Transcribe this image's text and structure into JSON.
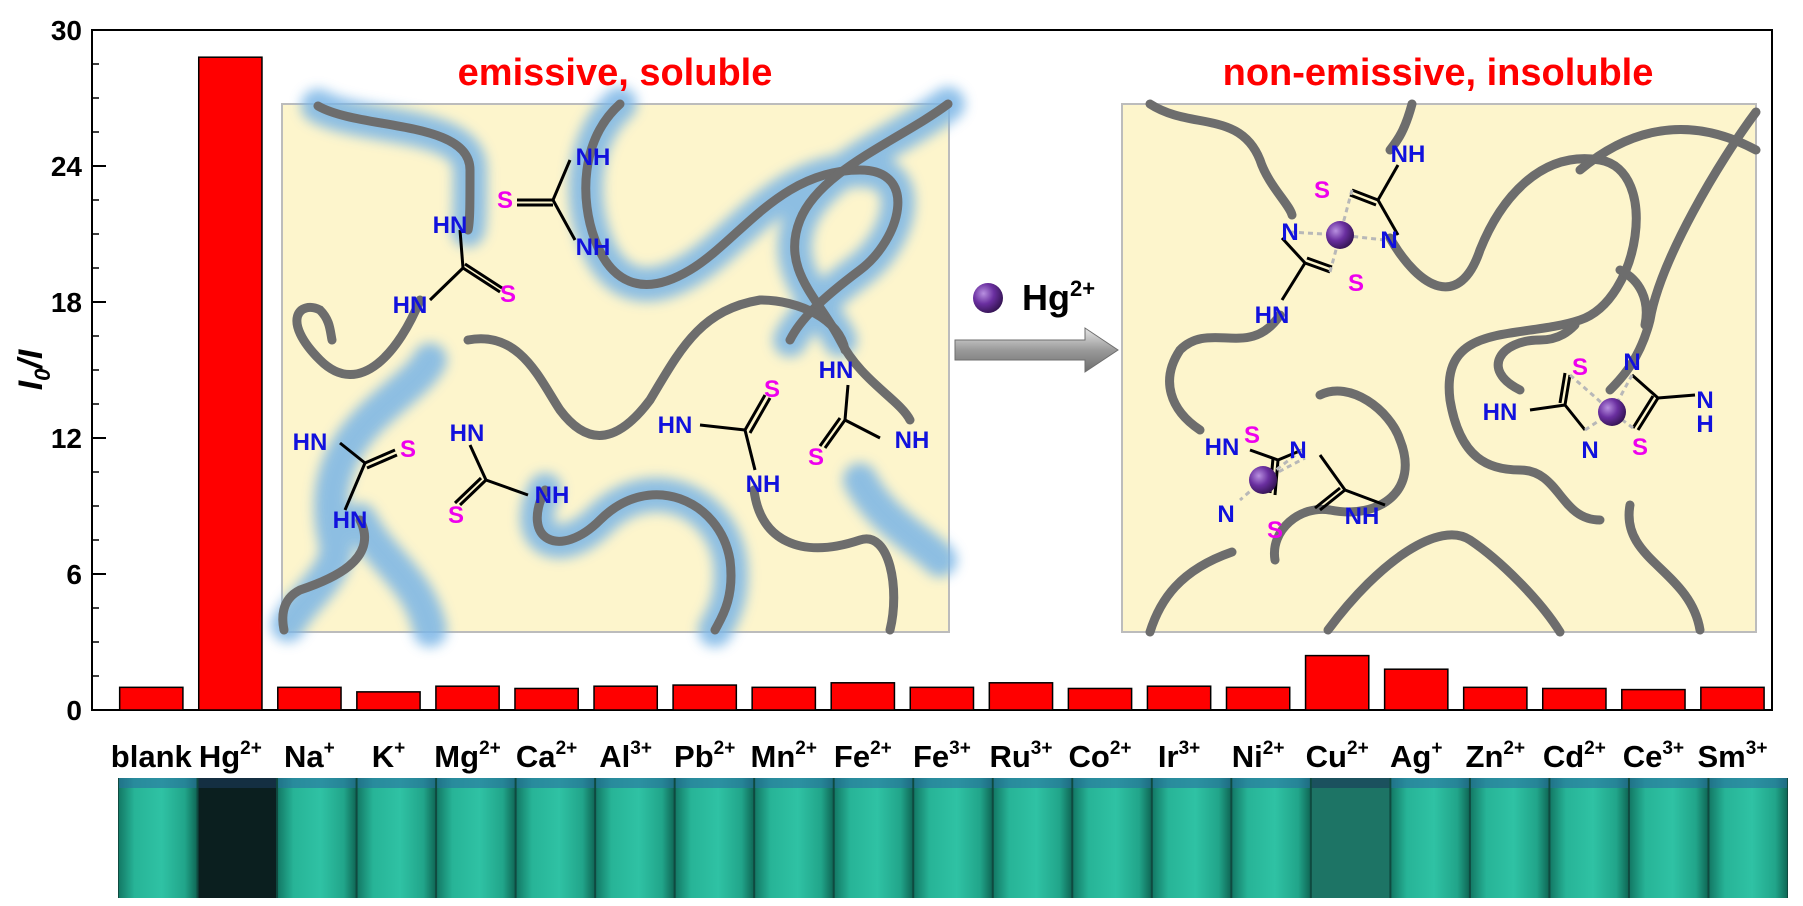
{
  "chart_data": {
    "type": "bar",
    "ylabel": "I0/I",
    "ylabel_main": "I",
    "ylabel_sub": "0",
    "ylabel_rest": "/I",
    "ylim": [
      0,
      30
    ],
    "yticks": [
      "0",
      "6",
      "12",
      "18",
      "24",
      "30"
    ],
    "grid": false,
    "bar_color": "#ff0000",
    "categories": [
      {
        "base": "blank",
        "sup": ""
      },
      {
        "base": "Hg",
        "sup": "2+"
      },
      {
        "base": "Na",
        "sup": "+"
      },
      {
        "base": "K",
        "sup": "+"
      },
      {
        "base": "Mg",
        "sup": "2+"
      },
      {
        "base": "Ca",
        "sup": "2+"
      },
      {
        "base": "Al",
        "sup": "3+"
      },
      {
        "base": "Pb",
        "sup": "2+"
      },
      {
        "base": "Mn",
        "sup": "2+"
      },
      {
        "base": "Fe",
        "sup": "2+"
      },
      {
        "base": "Fe",
        "sup": "3+"
      },
      {
        "base": "Ru",
        "sup": "3+"
      },
      {
        "base": "Co",
        "sup": "2+"
      },
      {
        "base": "Ir",
        "sup": "3+"
      },
      {
        "base": "Ni",
        "sup": "2+"
      },
      {
        "base": "Cu",
        "sup": "2+"
      },
      {
        "base": "Ag",
        "sup": "+"
      },
      {
        "base": "Zn",
        "sup": "2+"
      },
      {
        "base": "Cd",
        "sup": "2+"
      },
      {
        "base": "Ce",
        "sup": "3+"
      },
      {
        "base": "Sm",
        "sup": "3+"
      }
    ],
    "values": [
      1.0,
      28.8,
      1.0,
      0.8,
      1.05,
      0.95,
      1.05,
      1.1,
      1.0,
      1.2,
      1.0,
      1.2,
      0.95,
      1.05,
      1.0,
      2.4,
      1.8,
      1.0,
      0.95,
      0.9,
      1.0
    ]
  },
  "inset": {
    "left_title": "emissive, soluble",
    "right_title": "non-emissive, insoluble",
    "arrow_label": "Hg",
    "arrow_label_sup": "2+",
    "title_color": "#ff0000",
    "panel_color": "#fdf5cc",
    "nh_color": "#1111dd",
    "s_color": "#ee00ee",
    "hg_color": "#6a2fa0",
    "nh": "NH",
    "hn": "HN",
    "s": "S",
    "n": "N",
    "h": "H"
  },
  "photo_strip": {
    "vial_color": "#22a98e",
    "dark_vials": [
      "Hg",
      "Cu"
    ]
  }
}
